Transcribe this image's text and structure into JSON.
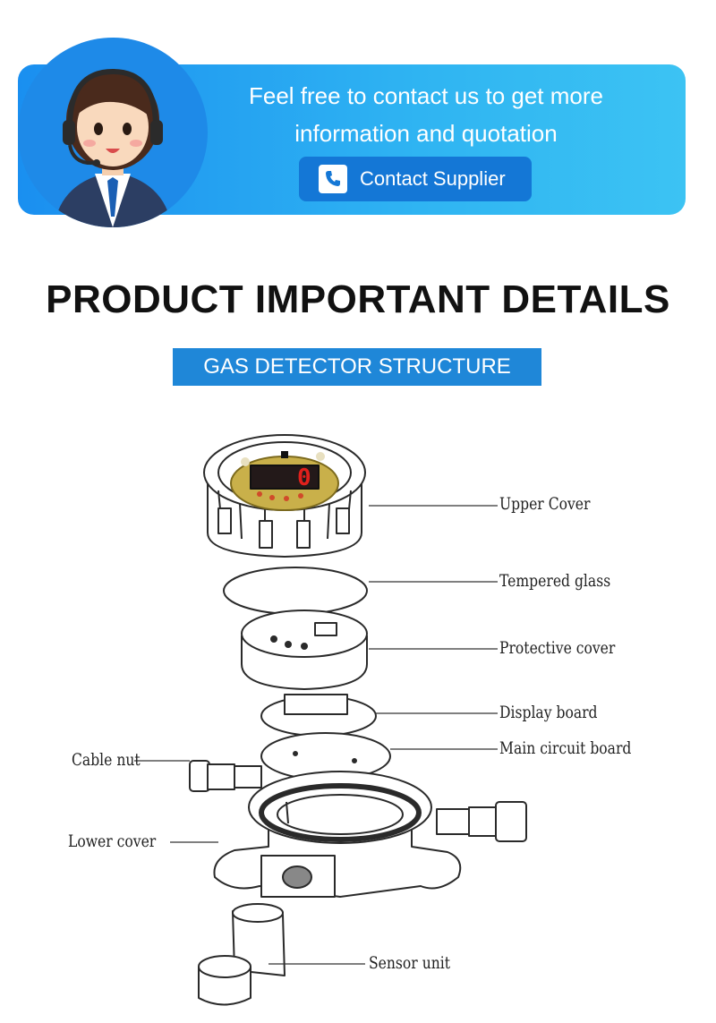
{
  "banner": {
    "line1": "Feel free to contact us to get more",
    "line2": "information and quotation",
    "button_label": "Contact Supplier",
    "button_icon": "phone-icon"
  },
  "headline": "PRODUCT IMPORTANT DETAILS",
  "subheading": "GAS DETECTOR STRUCTURE",
  "diagram": {
    "display_reading": "0",
    "labels": {
      "upper_cover": "Upper Cover",
      "tempered_glass": "Tempered glass",
      "protective_cover": "Protective cover",
      "display_board": "Display board",
      "main_circuit_board": "Main circuit board",
      "cable_nut": "Cable nut",
      "lower_cover": "Lower cover",
      "sensor_unit": "Sensor unit"
    }
  },
  "colors": {
    "banner_start": "#1a8ff0",
    "banner_end": "#3cc3f3",
    "button": "#1477d6",
    "badge": "#1f87d8"
  }
}
